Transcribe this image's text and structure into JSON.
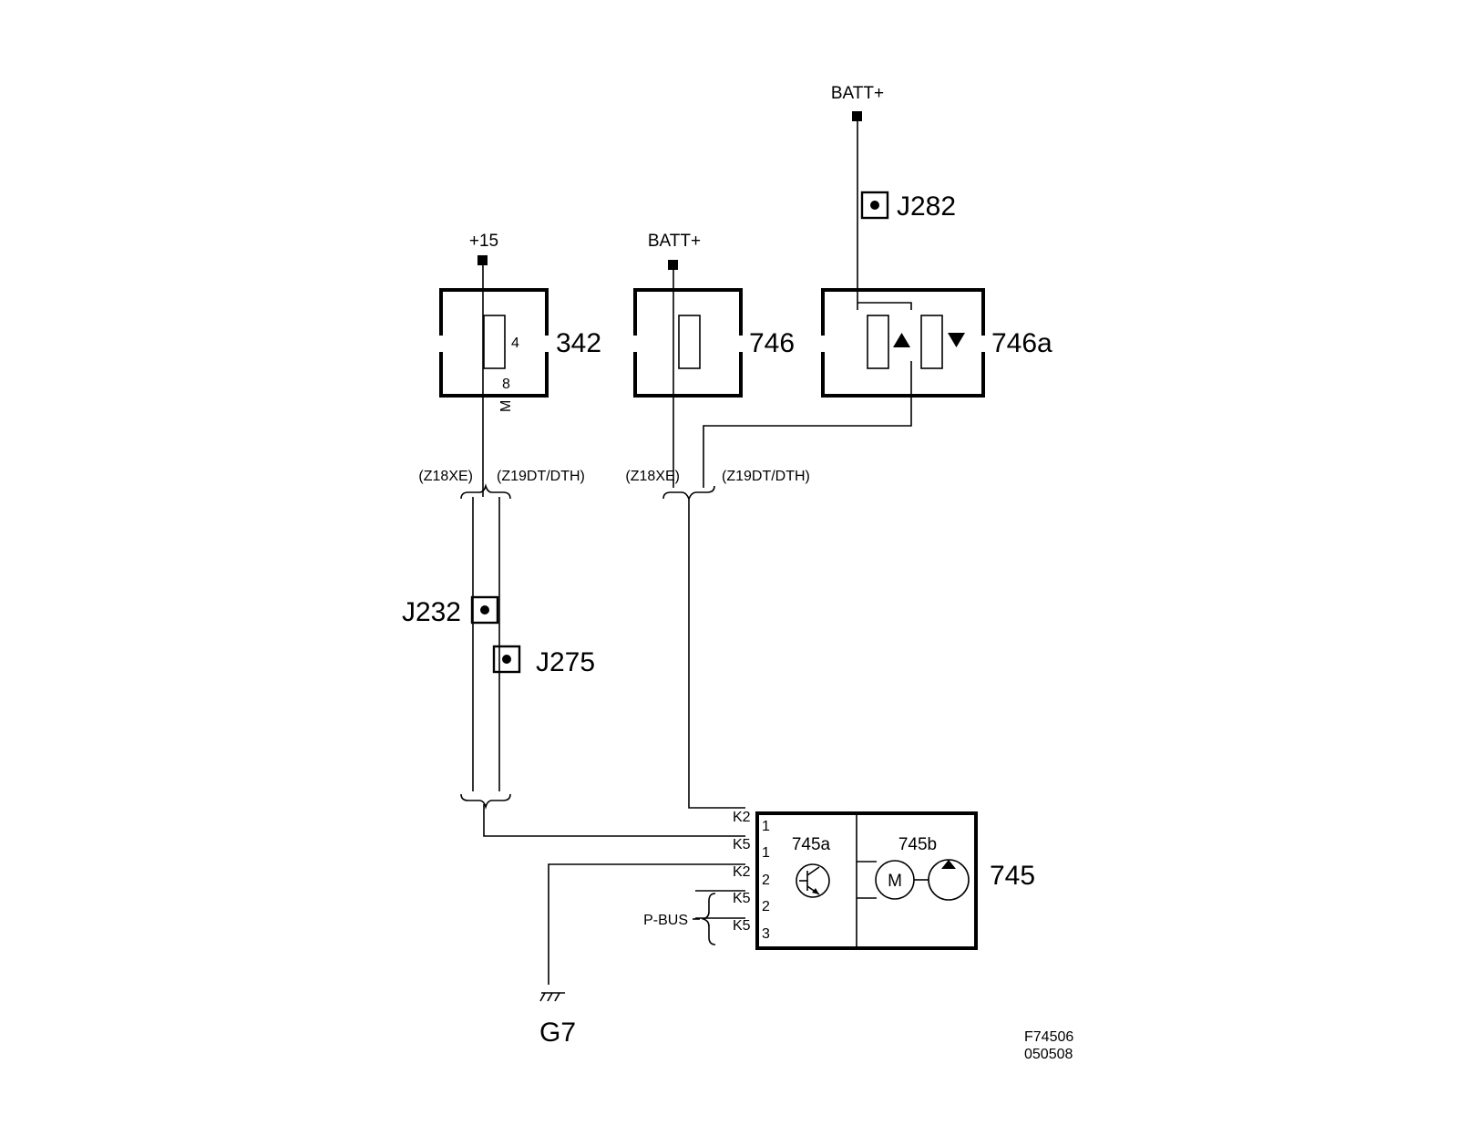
{
  "supplies": {
    "plus15": "+15",
    "batt_a": "BATT+",
    "batt_b": "BATT+"
  },
  "components": {
    "c342": "342",
    "c342_pin_top": "4",
    "c342_pin_bottom": "8",
    "c342_wire": "M",
    "c746": "746",
    "c746a": "746a",
    "c745": "745",
    "c745a": "745a",
    "c745b": "745b",
    "motor": "M"
  },
  "junctions": {
    "j282": "J282",
    "j232": "J232",
    "j275": "J275"
  },
  "variants": {
    "left_a": "(Z18XE)",
    "left_b": "(Z19DT/DTH)",
    "right_a": "(Z18XE)",
    "right_b": "(Z19DT/DTH)"
  },
  "connectors": [
    {
      "conn": "K2",
      "pin": "1"
    },
    {
      "conn": "K5",
      "pin": "1"
    },
    {
      "conn": "K2",
      "pin": "2"
    },
    {
      "conn": "K5",
      "pin": "2"
    },
    {
      "conn": "K5",
      "pin": "3"
    }
  ],
  "bus": "P-BUS",
  "ground": "G7",
  "figure": {
    "code": "F74506",
    "date": "050508"
  }
}
